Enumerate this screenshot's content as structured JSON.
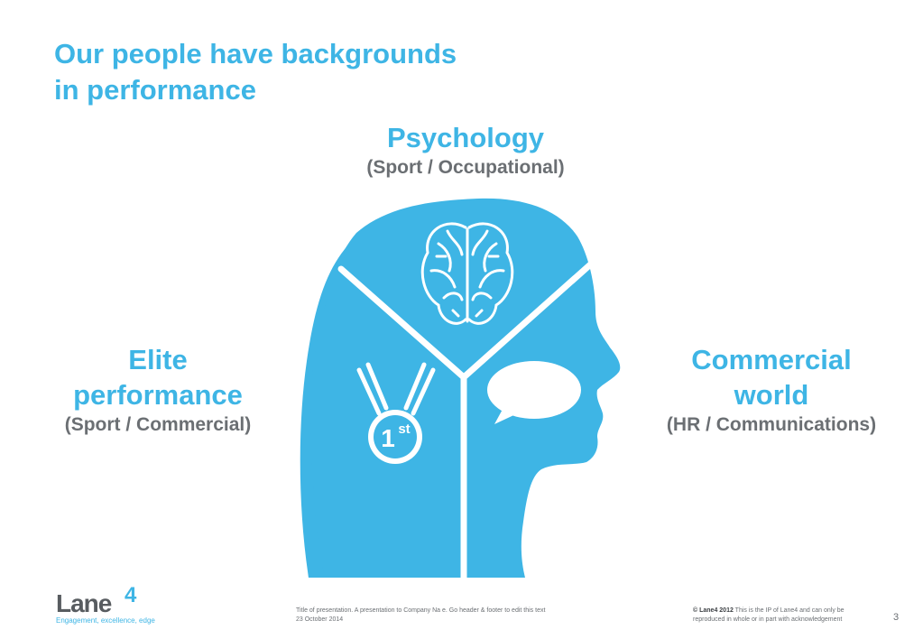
{
  "slide": {
    "title_lines": [
      "Our people have backgrounds",
      "in performance"
    ],
    "page_number": "3"
  },
  "categories": {
    "psychology": {
      "title": "Psychology",
      "subtitle": "(Sport / Occupational)"
    },
    "elite": {
      "title_lines": [
        "Elite",
        "performance"
      ],
      "subtitle": "(Sport / Commercial)"
    },
    "commercial": {
      "title_lines": [
        "Commercial",
        "world"
      ],
      "subtitle": "(HR / Communications)"
    }
  },
  "illustration": {
    "medal_text": "1",
    "medal_superscript": "st",
    "icons": [
      "head-silhouette-icon",
      "brain-icon",
      "medal-icon",
      "speech-bubble-icon"
    ]
  },
  "footer": {
    "logo_word": "Lane",
    "logo_number": "4",
    "logo_tagline": "Engagement, excellence, edge",
    "presentation_line": "Title of presentation. A presentation to Company Na  e. Go header & footer to edit this text",
    "date": "23 October 2014",
    "copyright_bold": "© Lane4 2012",
    "copyright_text": " This is the IP of Lane4 and can only be reproduced in whole or in part with acknowledgement"
  },
  "colors": {
    "accent": "#3eb5e5",
    "text_grey": "#6b6f73",
    "logo_grey": "#585c60"
  }
}
